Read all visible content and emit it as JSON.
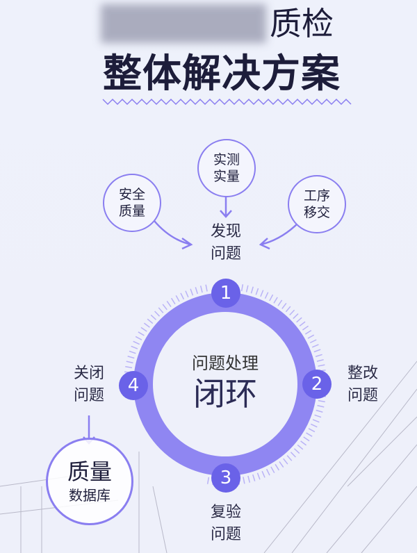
{
  "title": {
    "line1_suffix": "质检",
    "line2": "整体解决方案"
  },
  "sources": [
    {
      "l1": "安全",
      "l2": "质量"
    },
    {
      "l1": "实测",
      "l2": "实量"
    },
    {
      "l1": "工序",
      "l2": "移交"
    }
  ],
  "steps": [
    {
      "num": "1",
      "l1": "发现",
      "l2": "问题"
    },
    {
      "num": "2",
      "l1": "整改",
      "l2": "问题"
    },
    {
      "num": "3",
      "l1": "复验",
      "l2": "问题"
    },
    {
      "num": "4",
      "l1": "关闭",
      "l2": "问题"
    }
  ],
  "center": {
    "sub": "问题处理",
    "main": "闭环"
  },
  "database": {
    "l1": "质量",
    "l2": "数据库"
  },
  "colors": {
    "accent": "#6a62e8",
    "ring": "#8f86f2"
  }
}
